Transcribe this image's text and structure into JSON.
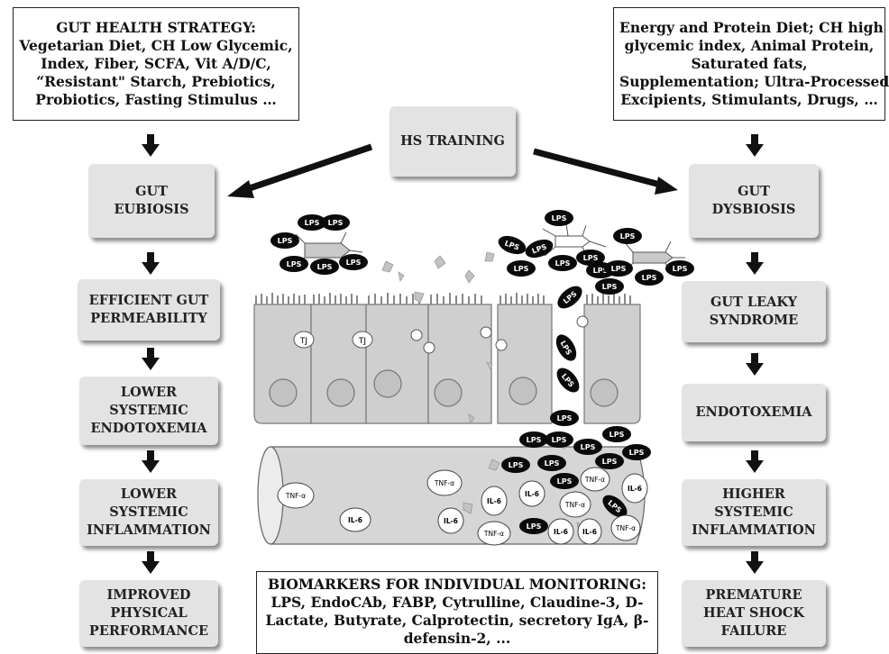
{
  "left_strategy": {
    "lines": [
      "GUT HEALTH STRATEGY:",
      "Vegetarian Diet, CH Low Glycemic,",
      "Index, Fiber, SCFA, Vit A/D/C,",
      "“Resistant\" Starch, Prebiotics,",
      "Probiotics, Fasting Stimulus …"
    ]
  },
  "right_strategy": {
    "lines": [
      "Energy and Protein Diet; CH high",
      "glycemic index, Animal Protein,",
      "Saturated fats,",
      "Supplementation; Ultra-Processed,",
      "Excipients, Stimulants, Drugs, …"
    ]
  },
  "center": {
    "training": "HS TRAINING"
  },
  "left_steps": [
    {
      "lines": [
        "GUT",
        "EUBIOSIS"
      ]
    },
    {
      "lines": [
        "EFFICIENT GUT",
        "PERMEABILITY"
      ]
    },
    {
      "lines": [
        "LOWER",
        "SYSTEMIC",
        "ENDOTOXEMIA"
      ]
    },
    {
      "lines": [
        "LOWER",
        "SYSTEMIC",
        "INFLAMMATION"
      ]
    },
    {
      "lines": [
        "IMPROVED",
        "PHYSICAL",
        "PERFORMANCE"
      ]
    }
  ],
  "right_steps": [
    {
      "lines": [
        "GUT",
        "DYSBIOSIS"
      ]
    },
    {
      "lines": [
        "GUT LEAKY",
        "SYNDROME"
      ]
    },
    {
      "lines": [
        "ENDOTOXEMIA"
      ]
    },
    {
      "lines": [
        "HIGHER",
        "SYSTEMIC",
        "INFLAMMATION"
      ]
    },
    {
      "lines": [
        "PREMATURE",
        "HEAT SHOCK",
        "FAILURE"
      ]
    }
  ],
  "labels": {
    "lps": "LPS",
    "tj": "TJ",
    "tnf": "TNF-α",
    "il6": "IL-6"
  },
  "biomarkers": {
    "lines": [
      "BIOMARKERS FOR INDIVIDUAL MONITORING:",
      "LPS, EndoCAb, FABP, Cytrulline, Claudine-3, D-",
      "Lactate, Butyrate, Calprotectin, secretory IgA, β-",
      "defensin-2, ..."
    ]
  },
  "colors": {
    "box_fill": "#e3e3e3",
    "cell_fill": "#cfcfcf",
    "vessel_fill": "#d6d6d6",
    "lps_fill": "#0a0a0a"
  }
}
